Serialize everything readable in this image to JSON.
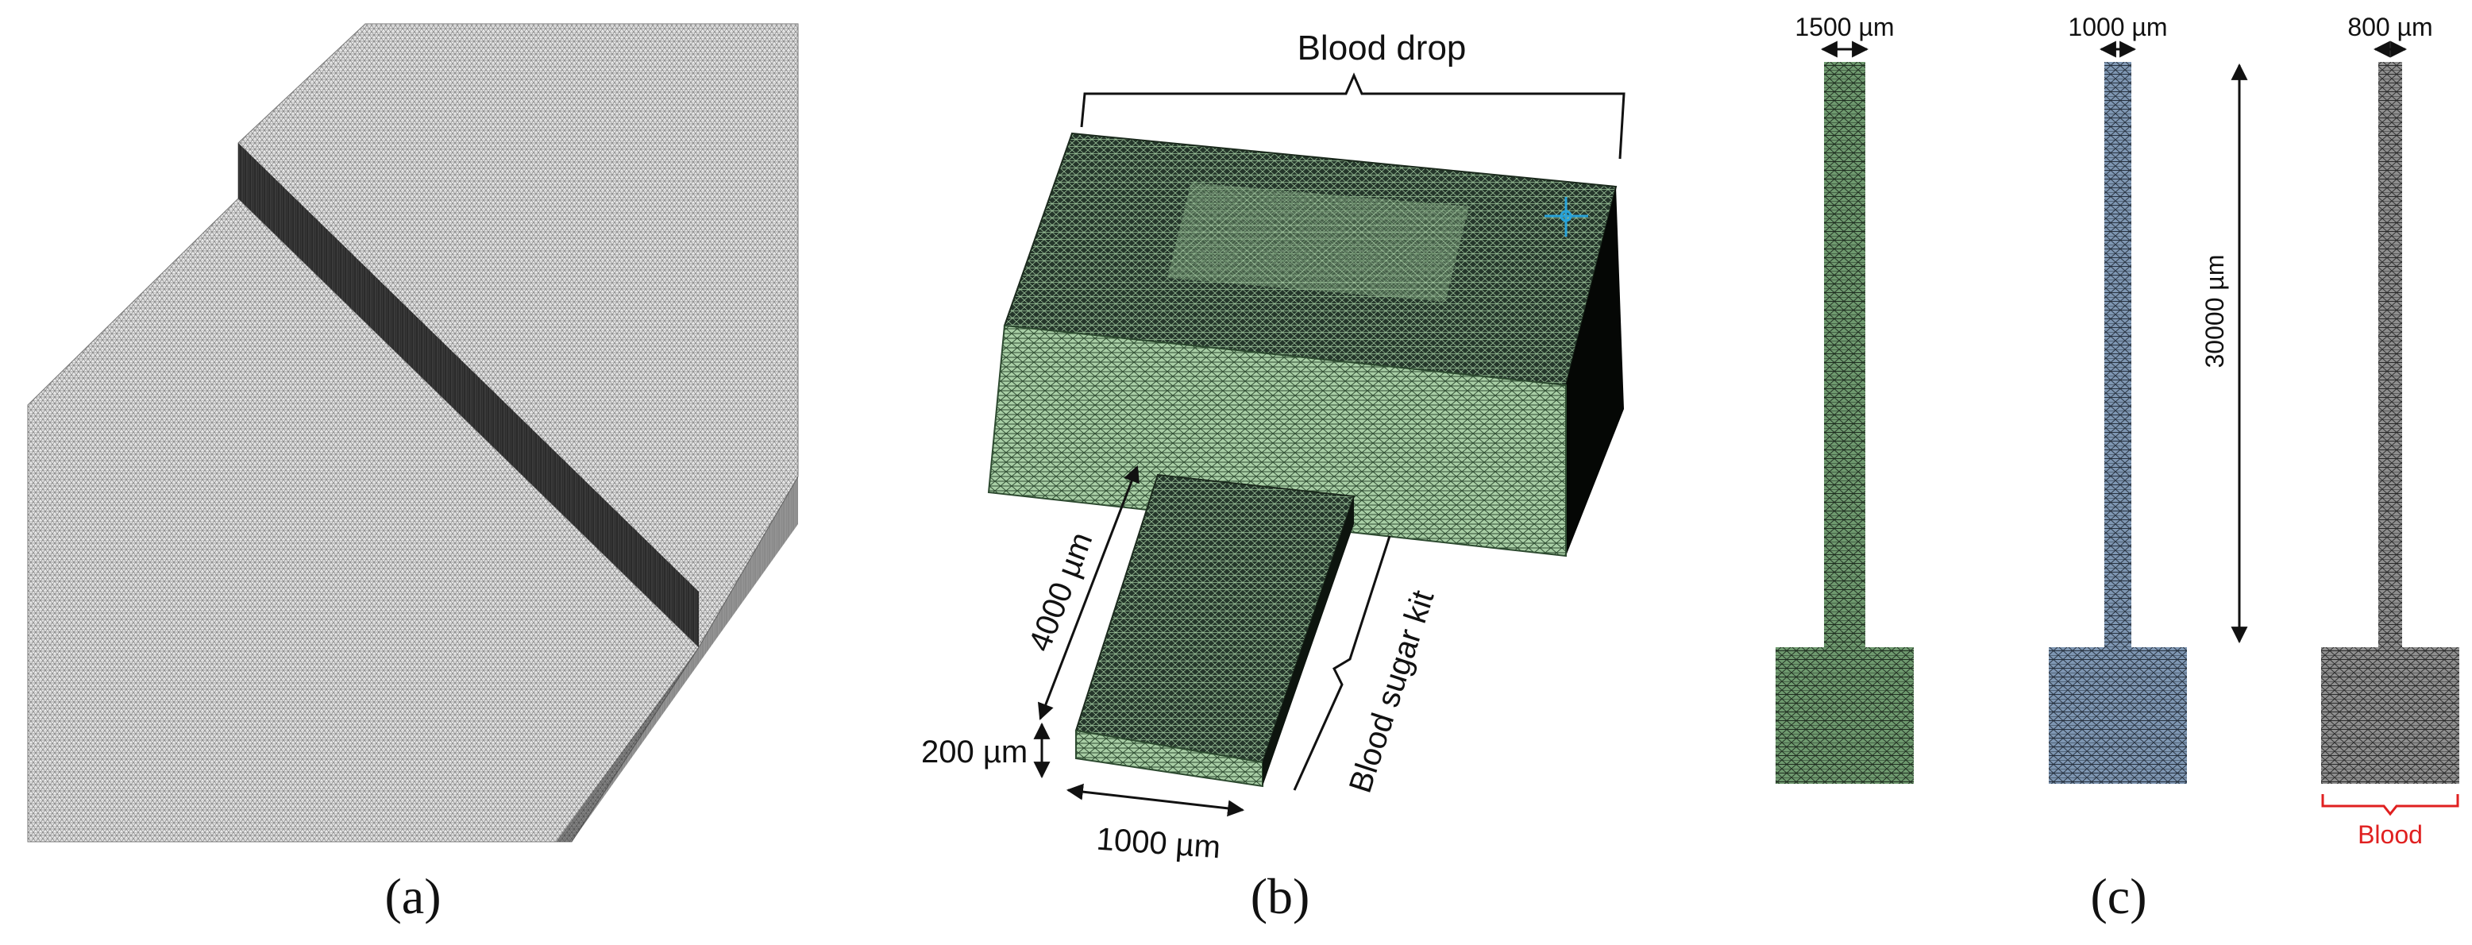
{
  "panels": {
    "a": {
      "label": "(a)"
    },
    "b": {
      "label": "(b)",
      "top_brace_label": "Blood drop",
      "channel_length_label": "4000 µm",
      "thickness_label": "200 µm",
      "width_label": "1000 µm",
      "side_brace_label": "Blood sugar kit"
    },
    "c": {
      "label": "(c)",
      "width_labels": [
        "1500 µm",
        "1000 µm",
        "800 µm"
      ],
      "length_label": "30000 µm",
      "bottom_label": "Blood",
      "mesh_colors": [
        "#6f9a6f",
        "#7f97b3",
        "#8f8f8f"
      ]
    }
  },
  "colors": {
    "mesh_green": "#a9cfa6",
    "mesh_dark": "#1f2a22",
    "cursor": "#29a3d9",
    "blood_label": "#e02020"
  }
}
